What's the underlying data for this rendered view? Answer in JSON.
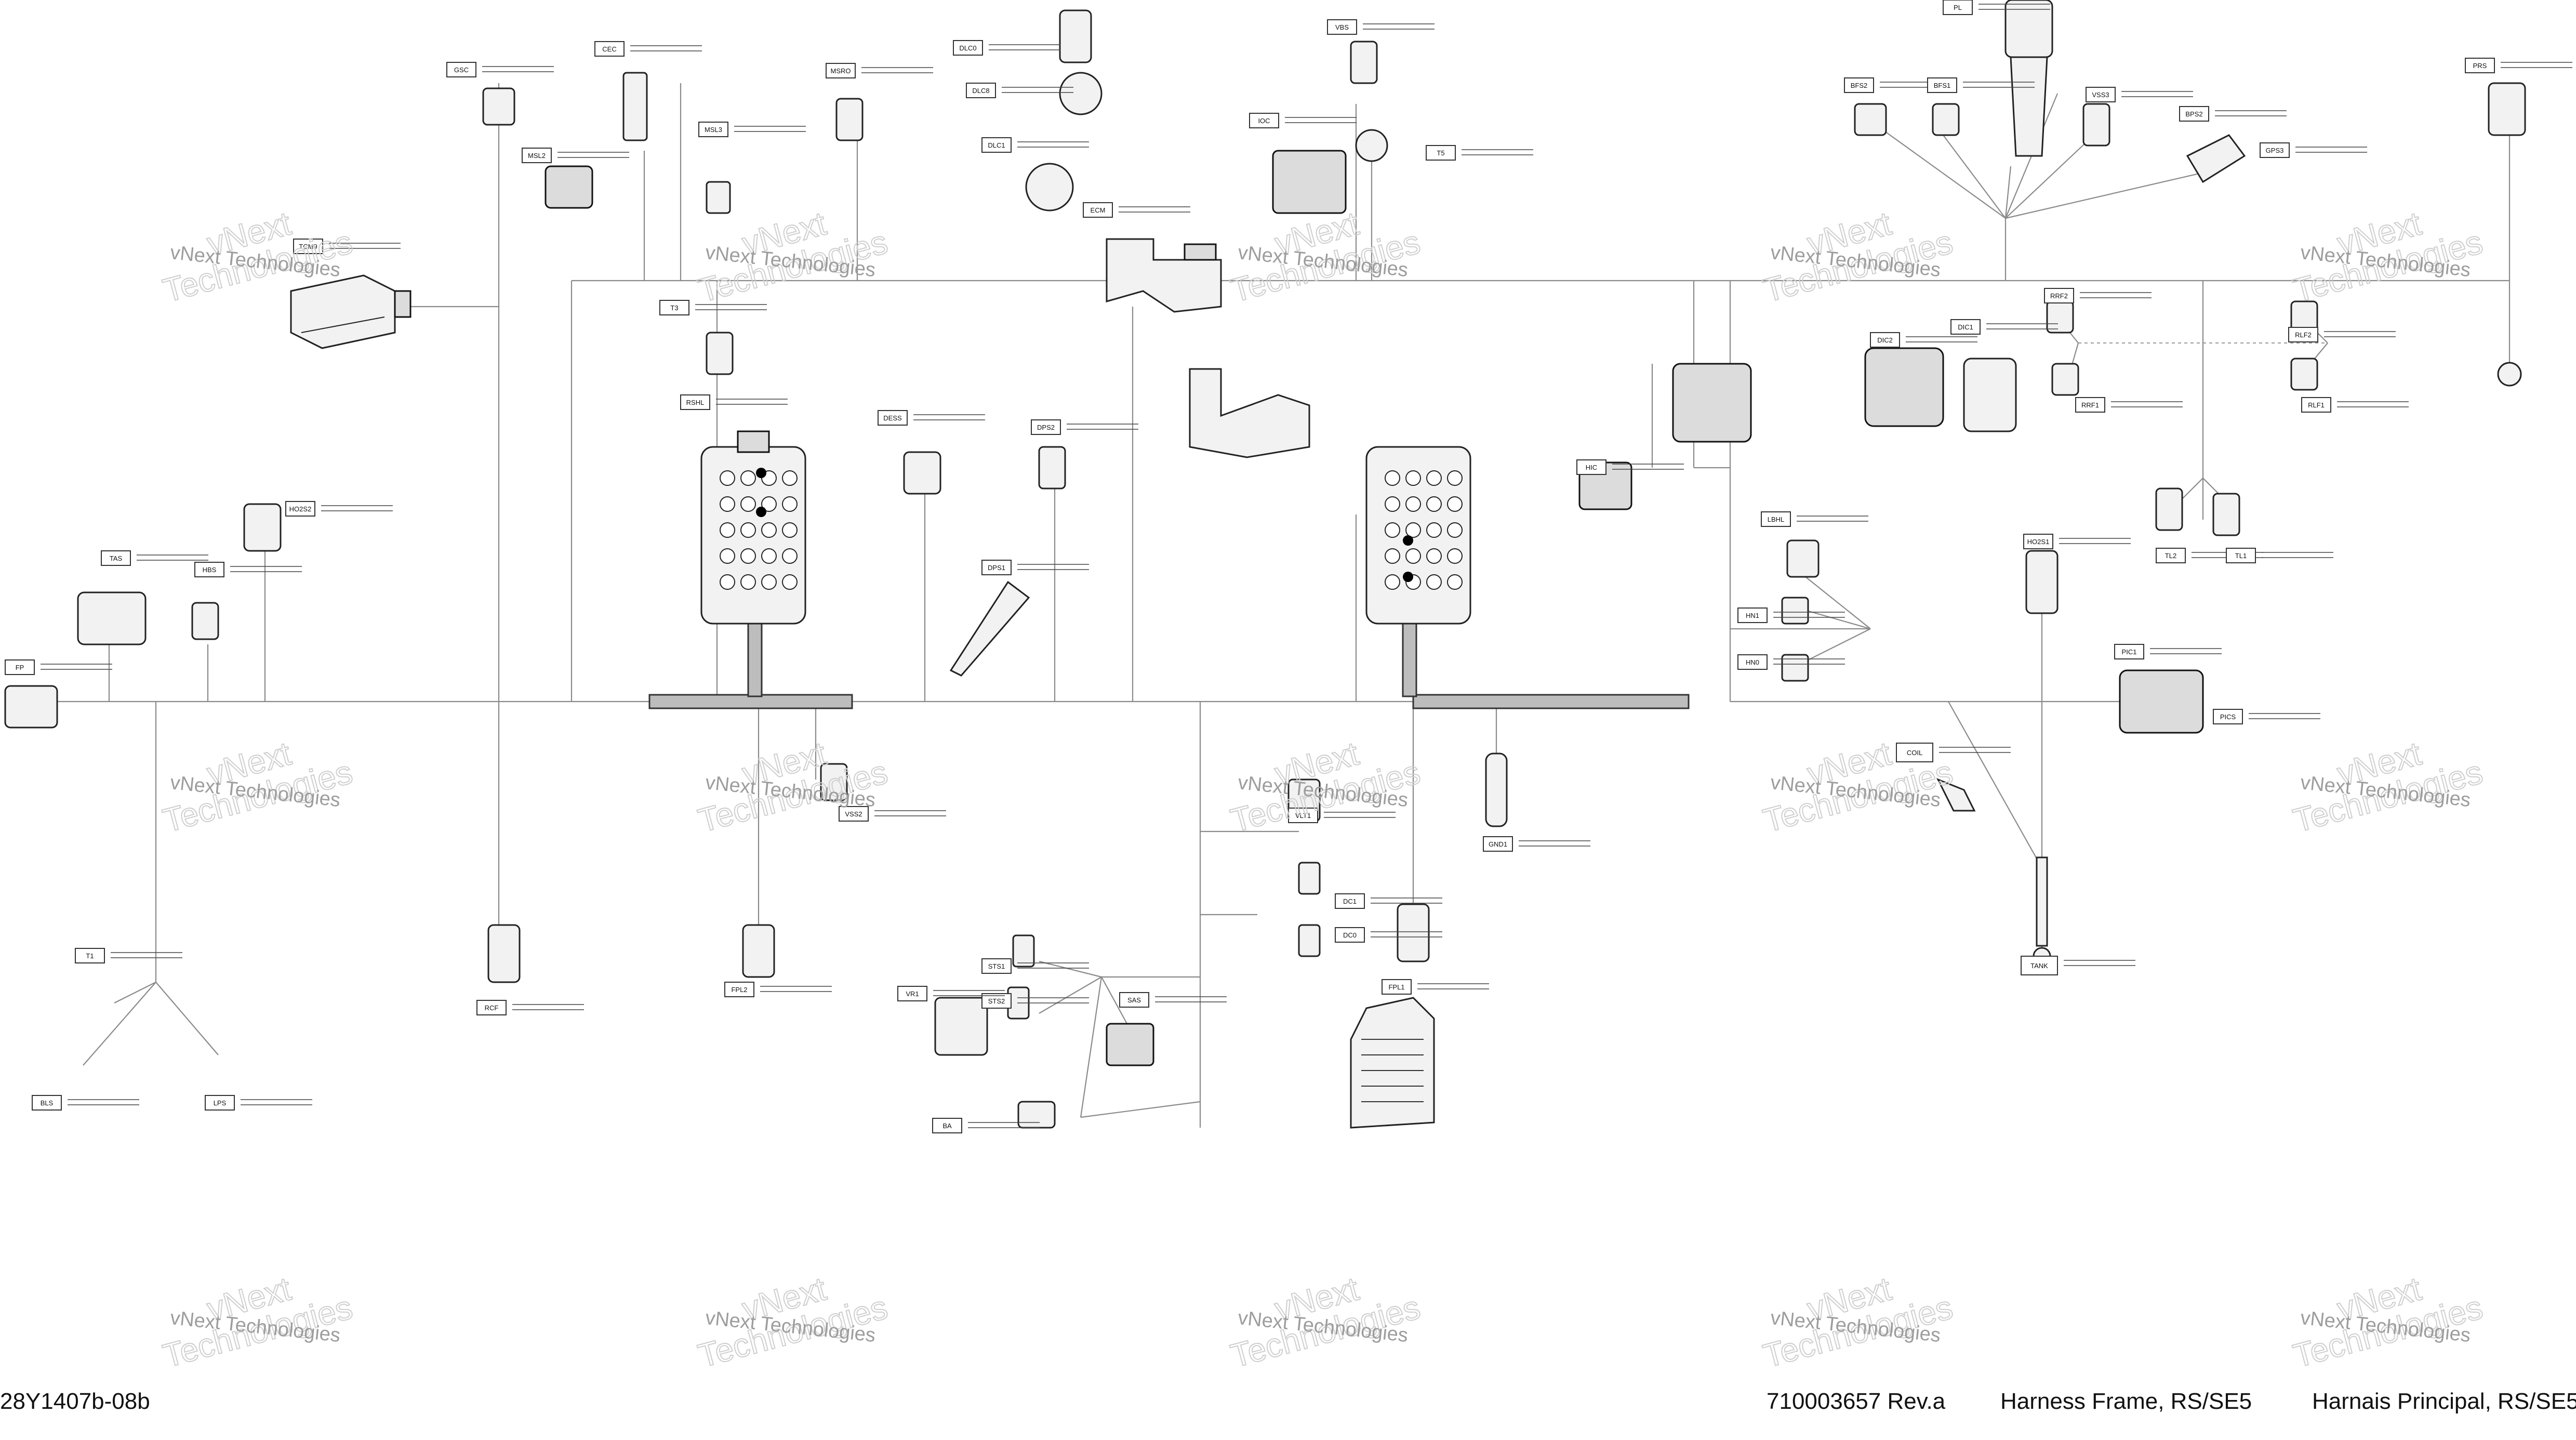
{
  "watermark": {
    "line1": "vNext",
    "line2": "Technologies",
    "small": "vNext Technologies"
  },
  "footer": {
    "drawing_id": "28Y1407b-08b",
    "part_number": "710003657 Rev.a",
    "title_en": "Harness Frame, RS/SE5",
    "title_fr": "Harnais Principal, RS/SE5"
  },
  "tags": [
    "TCM9",
    "GSC",
    "CEC",
    "MSL3",
    "MSL2",
    "MSRO",
    "DLC0",
    "DLC8",
    "DLC1",
    "VBS",
    "IOC",
    "T5",
    "T3",
    "RSHL",
    "DESS",
    "DPS2",
    "DPS1",
    "HO2S2",
    "TAS",
    "HBS",
    "FP",
    "T1",
    "BLS",
    "LPS",
    "RCF",
    "VSS2",
    "FPL2",
    "VLT1",
    "GND1",
    "DC1",
    "DC0",
    "FPL1",
    "STS1",
    "STS2",
    "VR1",
    "SAS",
    "BA",
    "HIC",
    "ECM",
    "BFS2",
    "BFS1",
    "VSS3",
    "BPS2",
    "GPS3",
    "PRS",
    "PL",
    "DIC2",
    "DIC1",
    "RRF2",
    "RRF1",
    "RLF2",
    "RLF1",
    "LBHL",
    "HN1",
    "HN0",
    "HO2S1",
    "TL2",
    "TL1",
    "PIC1",
    "PICS",
    "COIL",
    "TANK"
  ]
}
